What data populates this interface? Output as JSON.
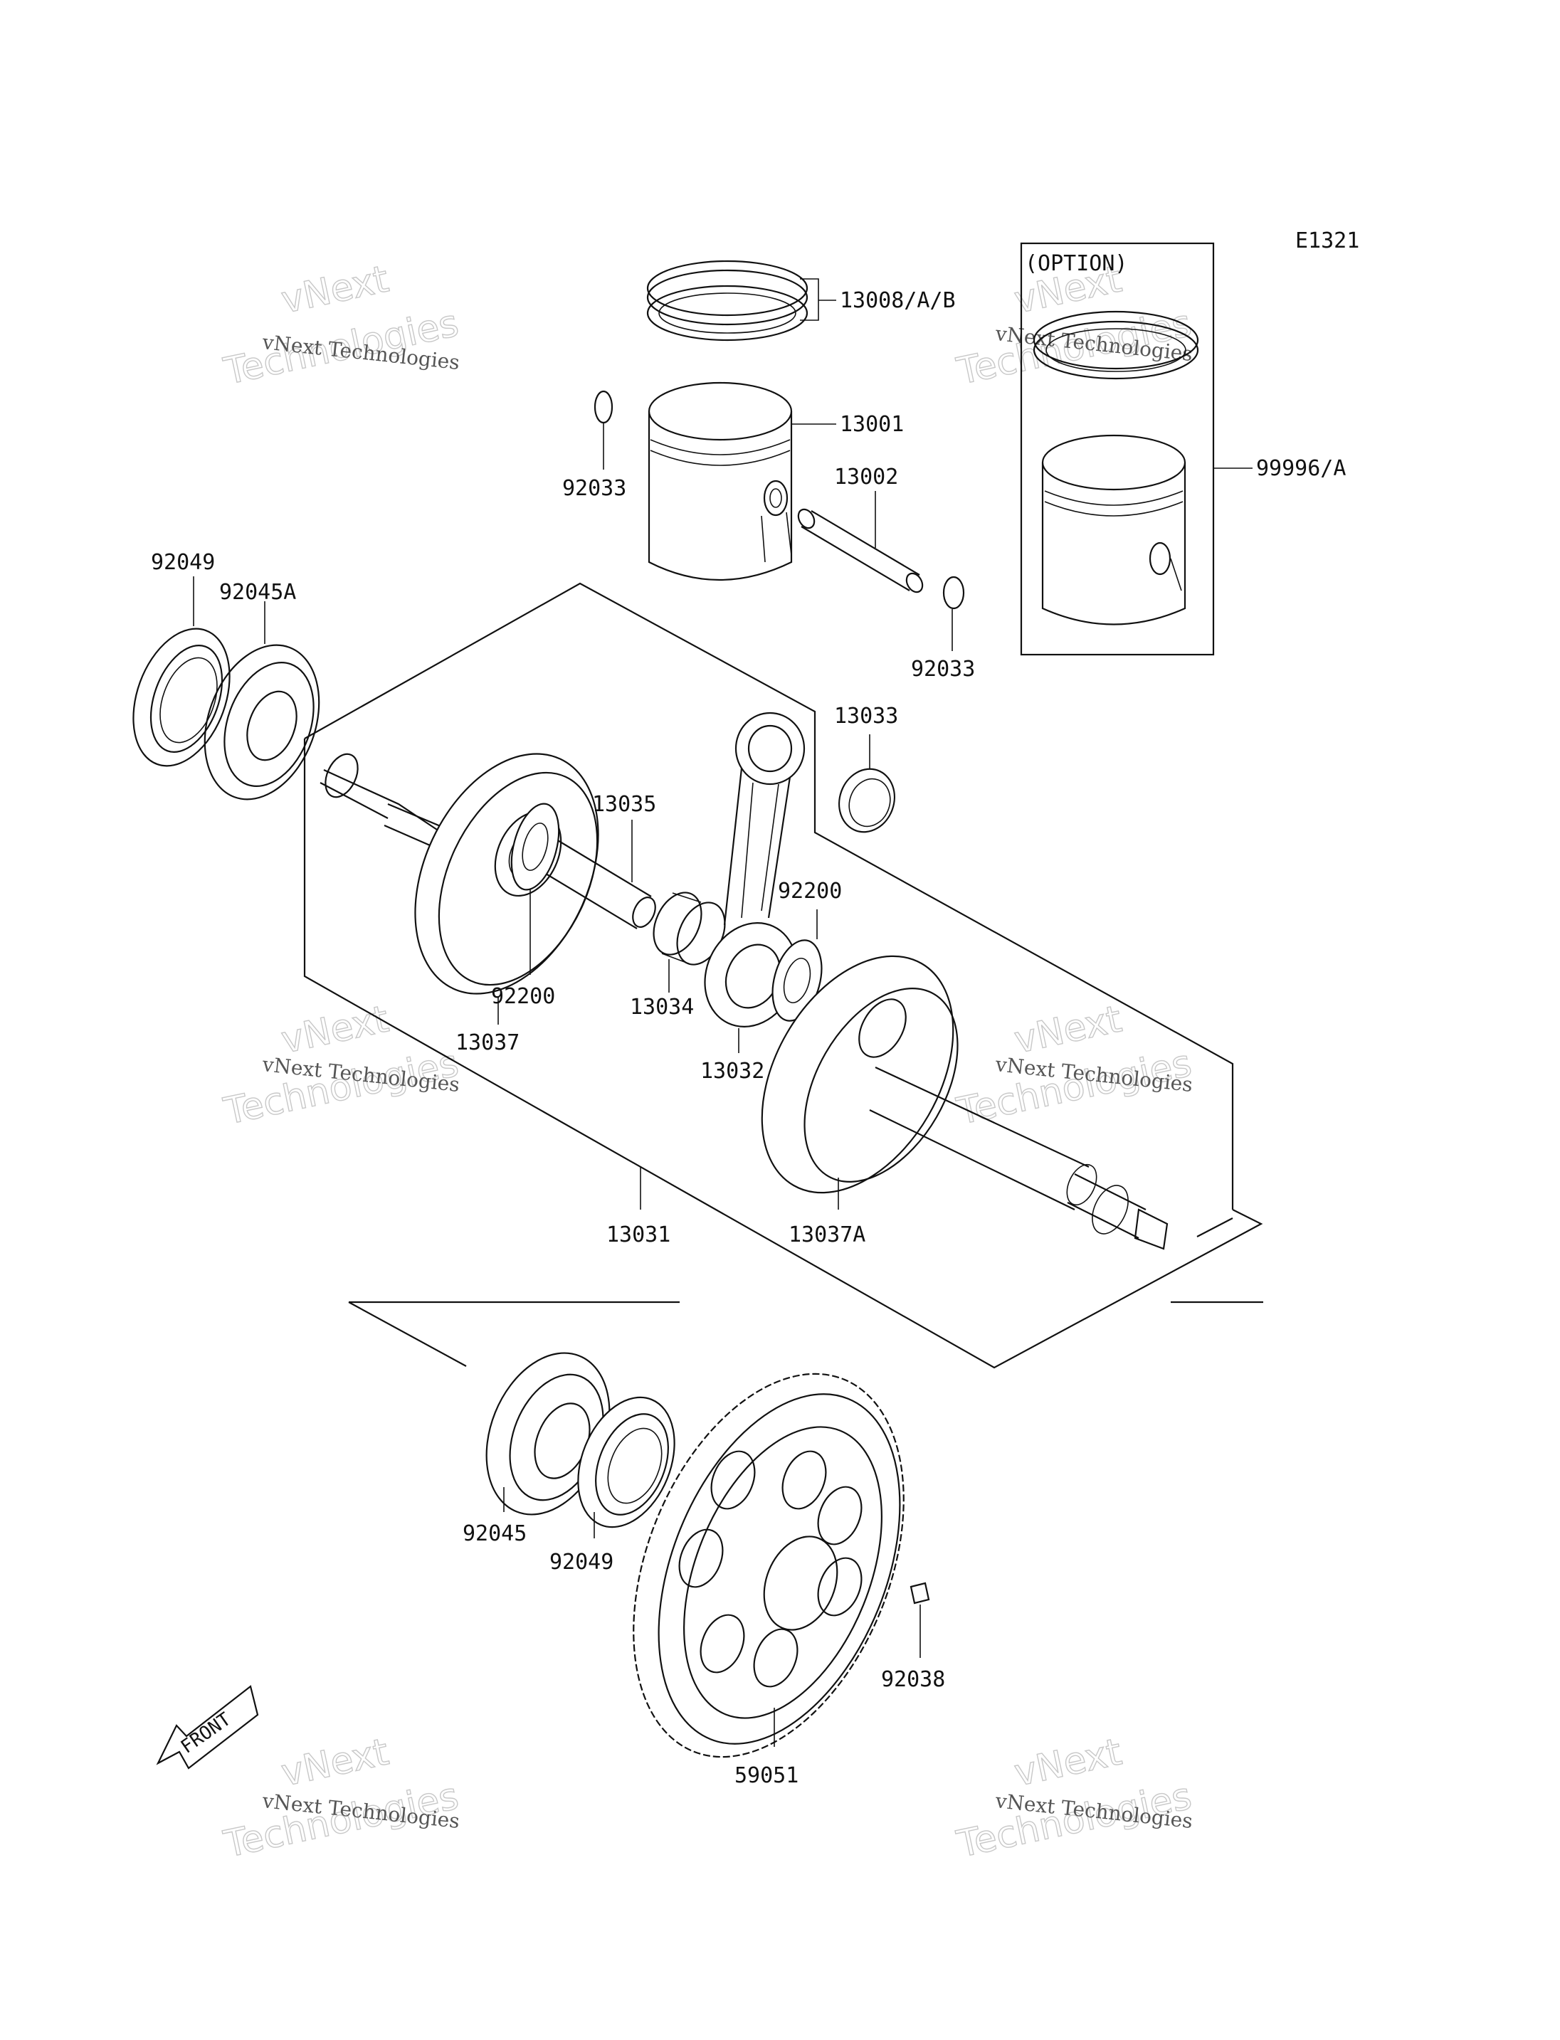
{
  "drawing_code": "E1321",
  "option_box_label": "(OPTION)",
  "front_label": "FRONT",
  "part_labels": {
    "p13008": "13008/A/B",
    "p13001": "13001",
    "p92033_top": "92033",
    "p13002": "13002",
    "p92033_right": "92033",
    "p99996": "99996/A",
    "p92049_top": "92049",
    "p92045A": "92045A",
    "p13033": "13033",
    "p13035": "13035",
    "p92200_right": "92200",
    "p92200_left": "92200",
    "p13034": "13034",
    "p13037": "13037",
    "p13032": "13032",
    "p13031": "13031",
    "p13037A": "13037A",
    "p92045": "92045",
    "p92049_bottom": "92049",
    "p92038": "92038",
    "p59051": "59051"
  },
  "watermark": {
    "line1": "vNext Technologies",
    "line2": "vNext",
    "line3": "Technologies"
  }
}
